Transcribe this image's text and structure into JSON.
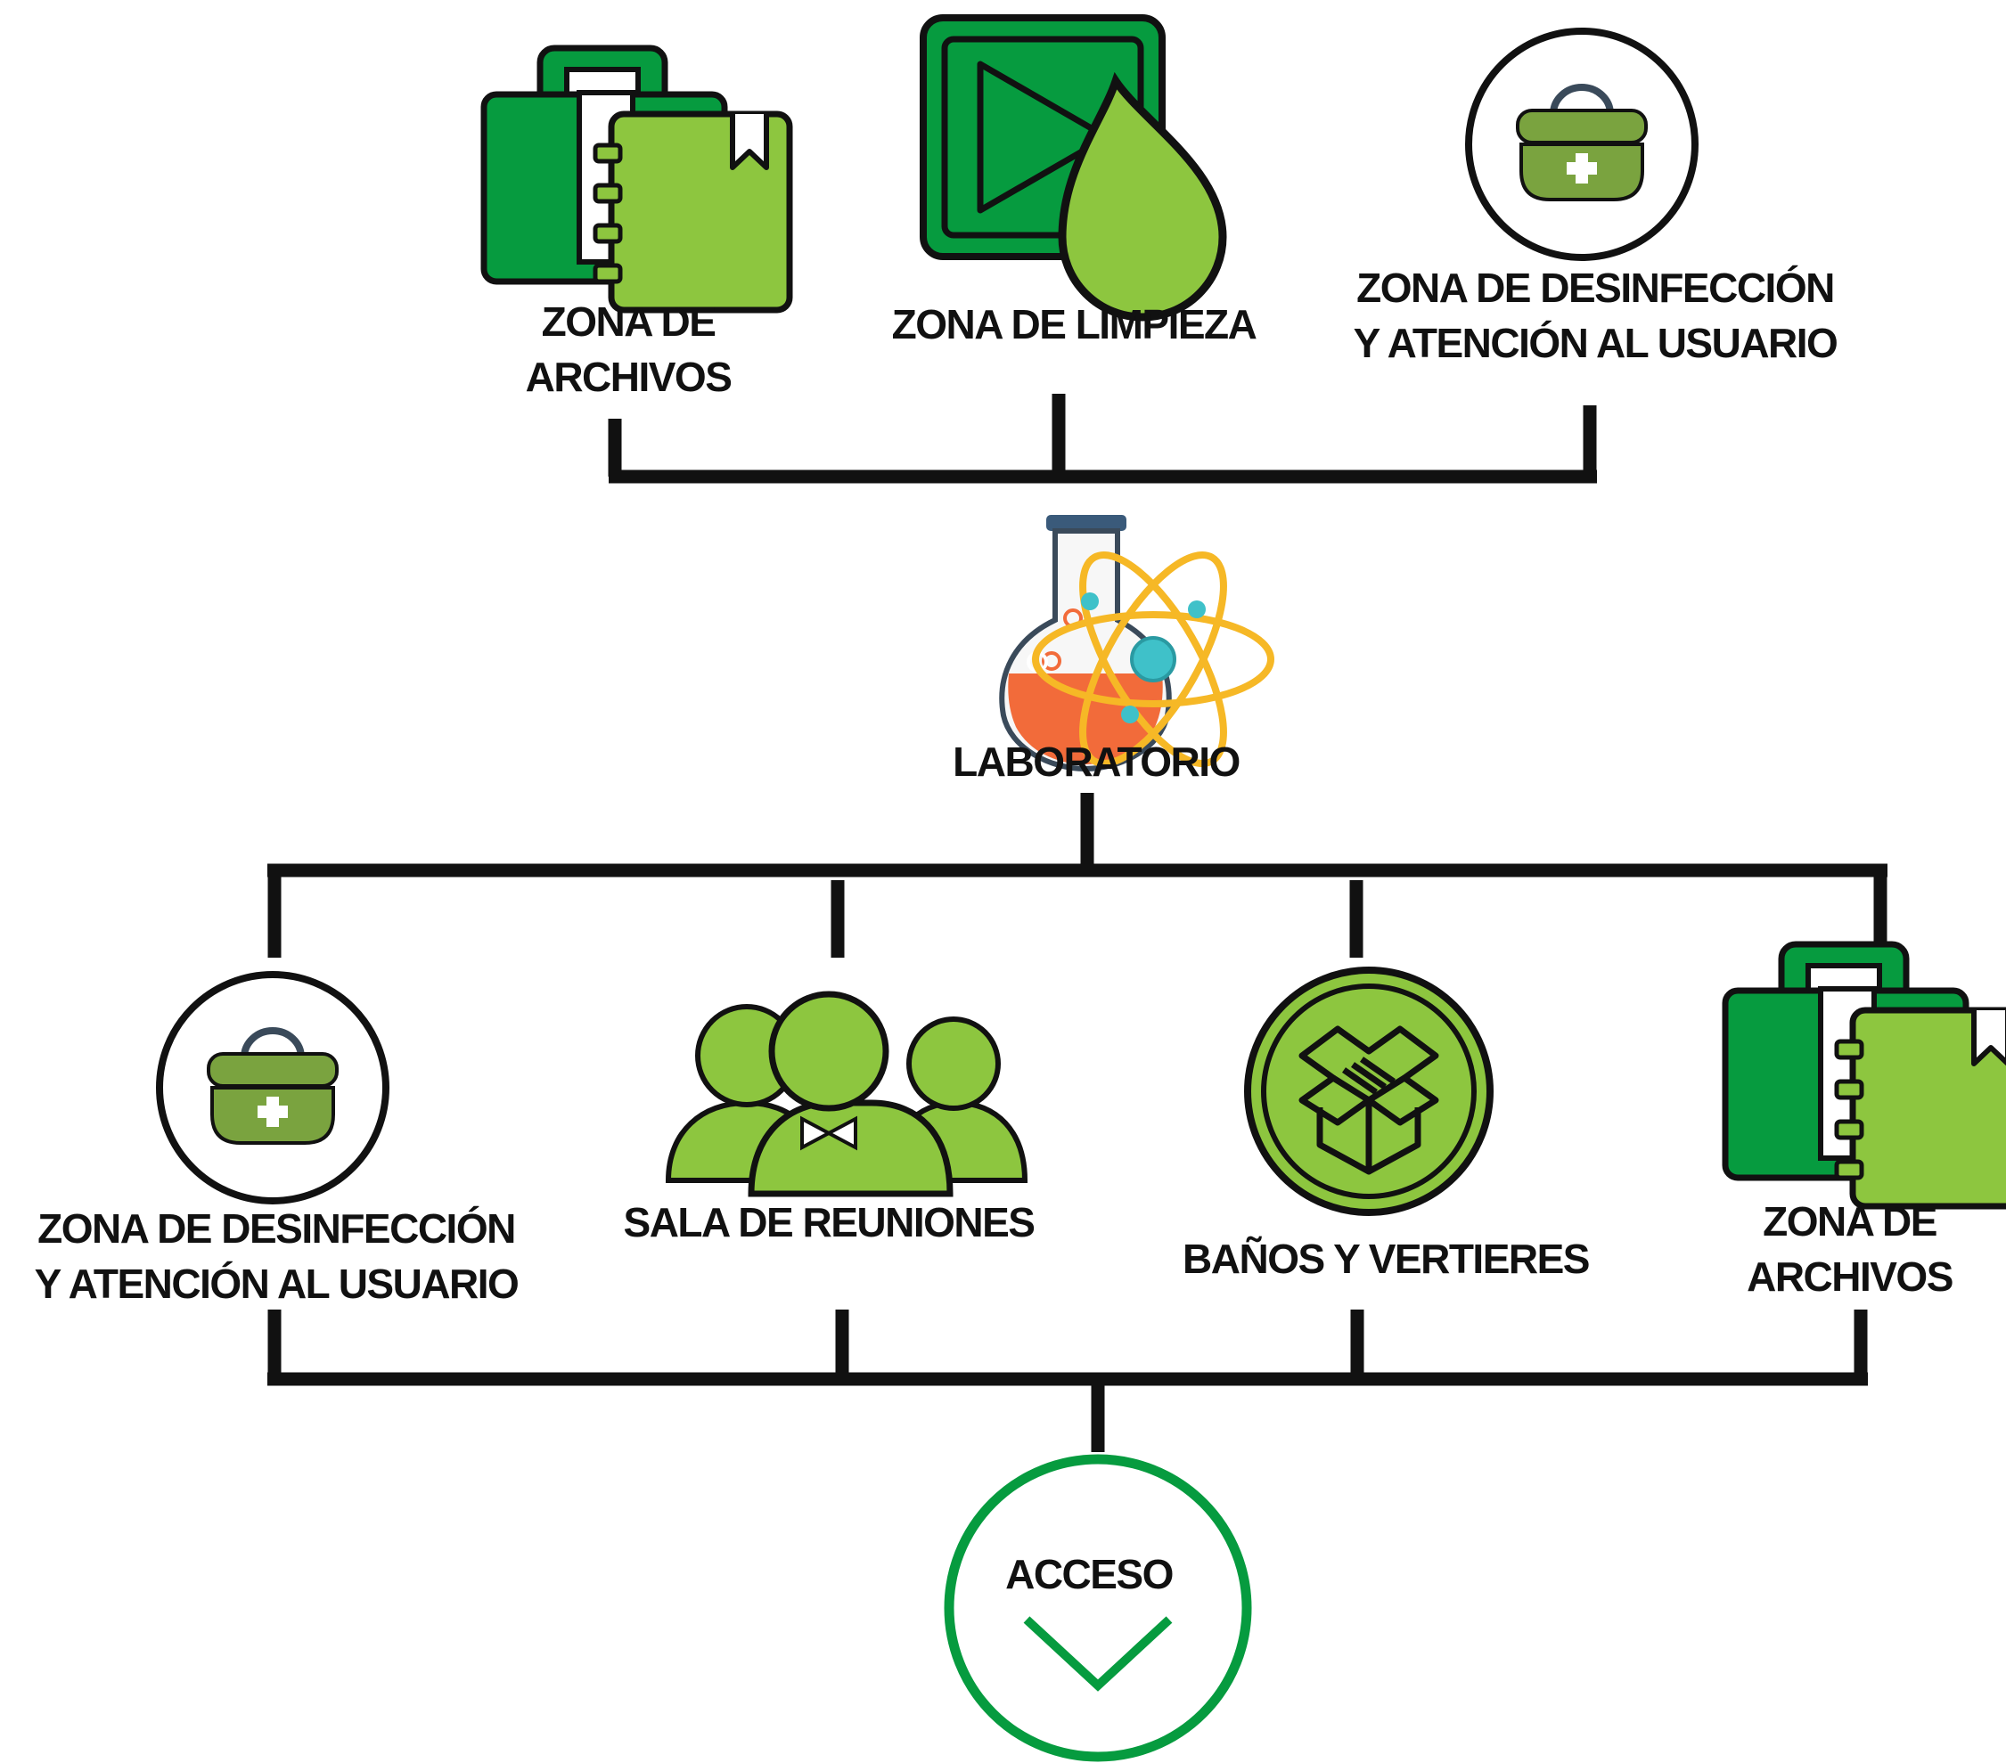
{
  "diagram": {
    "top_row": {
      "archivos": {
        "line1": "ZONA DE",
        "line2": "ARCHIVOS",
        "icon": "folders-icon"
      },
      "limpieza": {
        "line1": "ZONA DE LIMPIEZA",
        "icon": "play-droplet-icon"
      },
      "desinfeccion": {
        "line1": "ZONA DE DESINFECCIÓN",
        "line2": "Y ATENCIÓN AL USUARIO",
        "icon": "first-aid-kit-icon"
      }
    },
    "center": {
      "label": "LABORATORIO",
      "icon": "lab-flask-atom-icon"
    },
    "bottom_row": {
      "desinfeccion": {
        "line1": "ZONA DE DESINFECCIÓN",
        "line2": "Y ATENCIÓN AL USUARIO",
        "icon": "first-aid-kit-icon"
      },
      "reuniones": {
        "line1": "SALA DE REUNIONES",
        "icon": "people-group-icon"
      },
      "banos": {
        "line1": "BAÑOS Y VERTIERES",
        "icon": "box-icon"
      },
      "archivos": {
        "line1": "ZONA DE",
        "line2": "ARCHIVOS",
        "icon": "folders-icon"
      }
    },
    "access": {
      "label": "ACCESO",
      "icon": "chevron-down-icon"
    },
    "colors": {
      "dark_green": "#069b3f",
      "light_green": "#8dc63f",
      "kit_green": "#7aa33f",
      "line": "#111111",
      "orange": "#f26b3a",
      "gold": "#f6b826",
      "teal": "#3fc1c9"
    }
  }
}
